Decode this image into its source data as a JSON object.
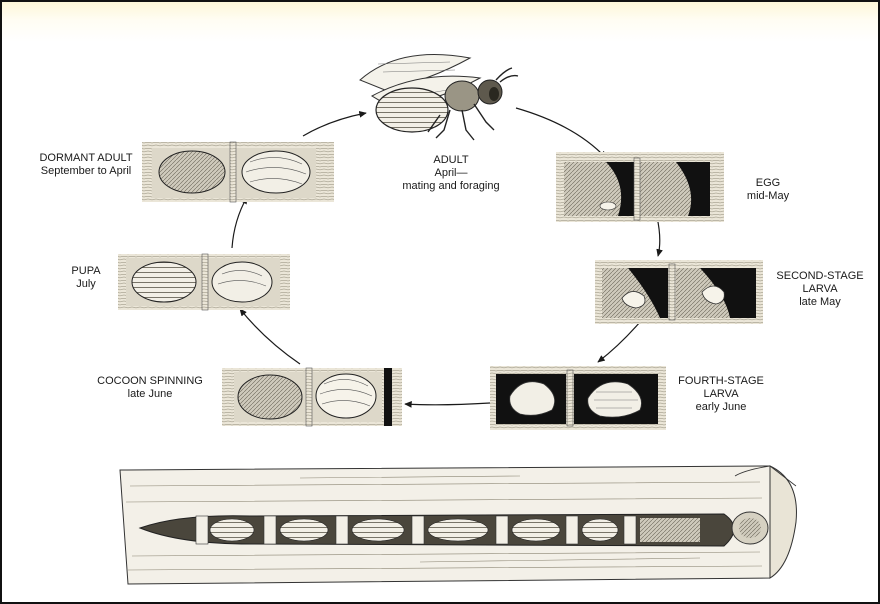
{
  "stages": [
    {
      "id": "adult",
      "lines": [
        "ADULT",
        "April—",
        "mating and foraging"
      ]
    },
    {
      "id": "egg",
      "lines": [
        "EGG",
        "mid-May"
      ]
    },
    {
      "id": "second-stage-larva",
      "lines": [
        "SECOND-STAGE",
        "LARVA",
        "late May"
      ]
    },
    {
      "id": "fourth-stage-larva",
      "lines": [
        "FOURTH-STAGE",
        "LARVA",
        "early June"
      ]
    },
    {
      "id": "cocoon-spinning",
      "lines": [
        "COCOON SPINNING",
        "late June"
      ]
    },
    {
      "id": "pupa",
      "lines": [
        "PUPA",
        "July"
      ]
    },
    {
      "id": "dormant-adult",
      "lines": [
        "DORMANT ADULT",
        "September to April"
      ]
    }
  ],
  "colors": {
    "ink": "#1a1a1a",
    "wood": "#e9e4d6",
    "cell_dark": "#111111",
    "frame_top": "#fdf6d8"
  }
}
